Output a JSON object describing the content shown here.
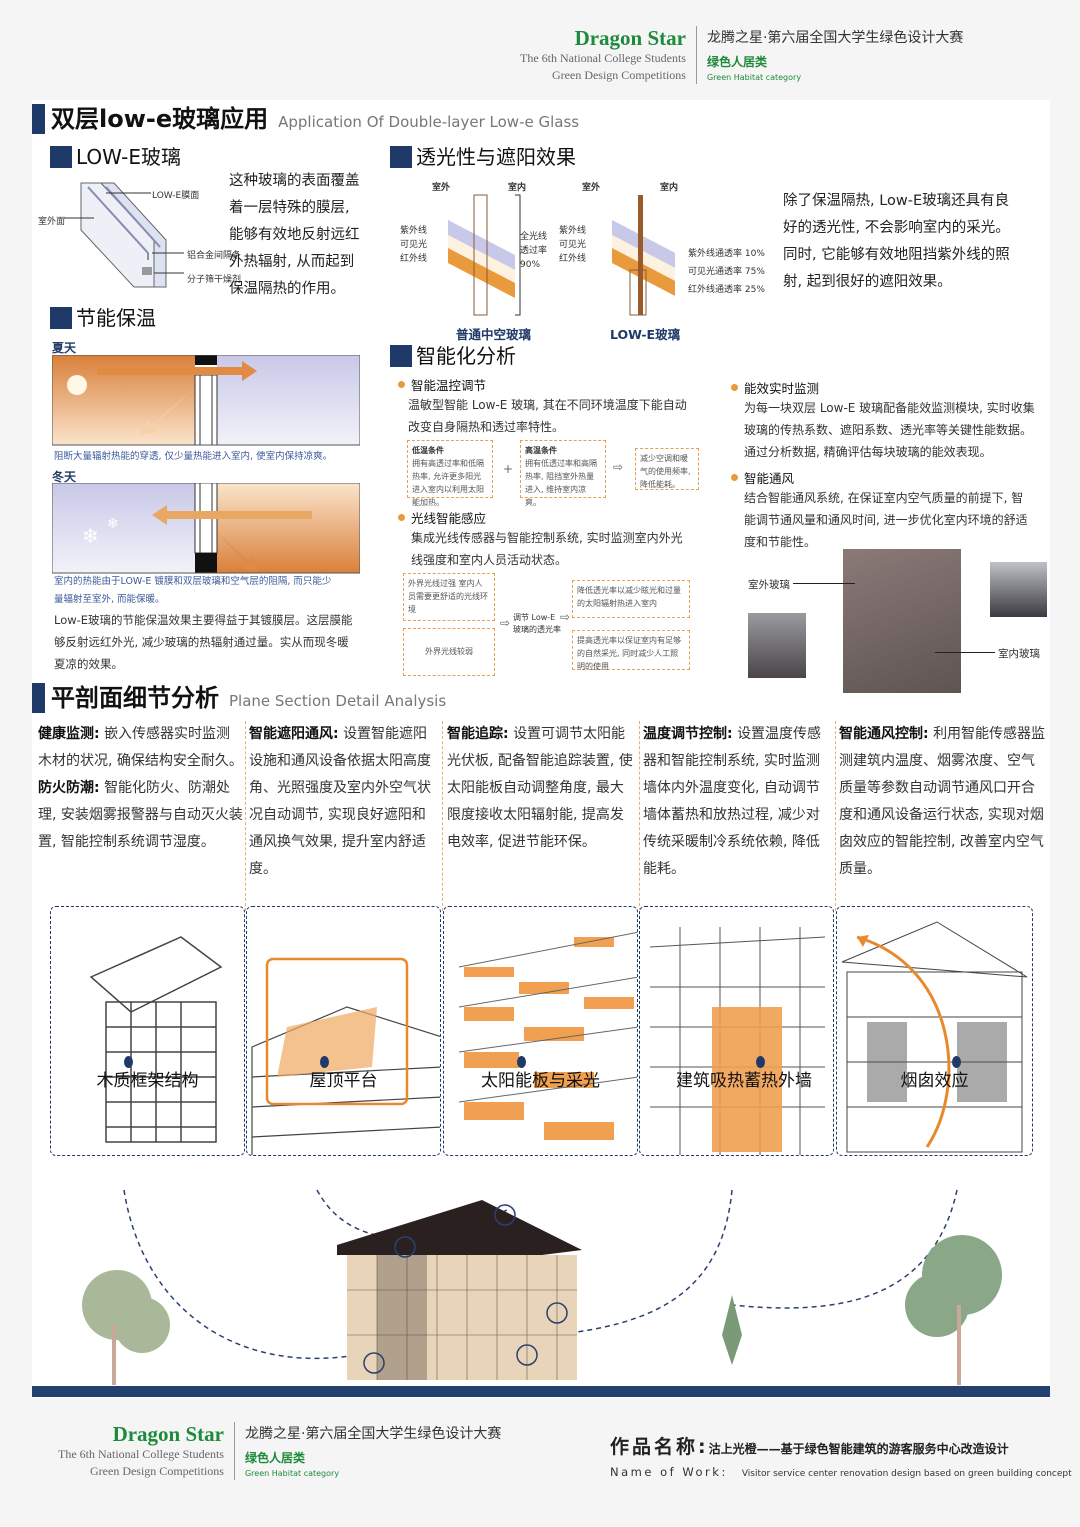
{
  "header": {
    "brand": "Dragon Star",
    "brand_en_line1": "The 6th National College Students",
    "brand_en_line2": "Green Design Competitions",
    "competition_cn": "龙腾之星·第六届全国大学生绿色设计大赛",
    "category_cn": "绿色人居类",
    "category_en": "Green Habitat category"
  },
  "section1": {
    "title_cn": "双层low-e玻璃应用",
    "title_en": "Application Of Double-layer Low-e Glass",
    "lowe": {
      "title": "LOW-E玻璃",
      "labels": {
        "film": "LOW-E膜面",
        "outside": "室外面",
        "spacer": "铝合金间隔条",
        "desiccant": "分子筛干燥剂"
      },
      "text": [
        "这种玻璃的表面覆盖",
        "着一层特殊的膜层,",
        "能够有效地反射远红",
        "外热辐射, 从而起到",
        "保温隔热的作用。"
      ]
    },
    "transmit": {
      "title": "透光性与遮阳效果",
      "outdoor": "室外",
      "indoor": "室内",
      "uv": "紫外线",
      "visible": "可见光",
      "ir": "红外线",
      "normal_rate": [
        "全光线",
        "透过率",
        "90%"
      ],
      "normal_label": "普通中空玻璃",
      "lowe_label": "LOW-E玻璃",
      "lowe_rates": [
        "紫外线通透率  10%",
        "可见光通透率  75%",
        "红外线通透率  25%"
      ],
      "text": [
        "除了保温隔热, Low-E玻璃还具有良",
        "好的透光性, 不会影响室内的采光。",
        "同时, 它能够有效地阻挡紫外线的照",
        "射, 起到很好的遮阳效果。"
      ]
    },
    "insulation": {
      "title": "节能保温",
      "summer": "夏天",
      "summer_note": "阻断大量辐射热能的穿透, 仅少量热能进入室内, 使室内保持凉爽。",
      "winter": "冬天",
      "winter_note": [
        "室内的热能由于LOW-E 镀膜和双层玻璃和空气层的阻隔, 而只能少",
        "量辐射至室外, 而能保暖。"
      ],
      "text": [
        "Low-E玻璃的节能保温效果主要得益于其镀膜层。这层膜能",
        "够反射远红外光, 减少玻璃的热辐射通过量。实从而现冬暖",
        "夏凉的效果。"
      ]
    },
    "smart": {
      "title": "智能化分析",
      "temp": {
        "heading": "智能温控调节",
        "text": [
          "温敏型智能 Low-E 玻璃, 其在不同环境温度下能自动",
          "改变自身隔热和透过率特性。"
        ],
        "low_title": "低温条件",
        "low_body": "拥有高透过率和低隔热率, 允许更多阳光进入室内以利用太阳能加热。",
        "high_title": "高温条件",
        "high_body": "拥有低透过率和高隔热率, 阻挡室外热量进入, 维持室内凉爽。",
        "result": "减少空调和暖气的使用频率, 降低能耗。",
        "plus": "+",
        "arrow": "⇨"
      },
      "light": {
        "heading": "光线智能感应",
        "text": [
          "集成光线传感器与智能控制系统, 实时监测室内外光",
          "线强度和室内人员活动状态。"
        ],
        "strong": "外界光线过强 室内人员需要更舒适的光线环境",
        "weak": "外界光线较弱",
        "middle": "调节 Low-E 玻璃的透光率",
        "out1": "降低透光率以减少眩光和过量的太阳辐射热进入室内",
        "out2": "提高透光率以保证室内有足够的自然采光, 同时减少人工照明的使用",
        "arrow": "⇨"
      },
      "monitor": {
        "heading": "能效实时监测",
        "text": [
          "为每一块双层 Low-E 玻璃配备能效监测模块, 实时收集",
          "玻璃的传热系数、遮阳系数、透光率等关键性能数据。",
          "通过分析数据, 精确评估每块玻璃的能效表现。"
        ]
      },
      "vent": {
        "heading": "智能通风",
        "text": [
          "结合智能通风系统, 在保证室内空气质量的前提下, 智",
          "能调节通风量和通风时间, 进一步优化室内环境的舒适",
          "度和节能性。"
        ]
      },
      "photo_labels": {
        "outer": "室外玻璃",
        "inner": "室内玻璃"
      }
    }
  },
  "section2": {
    "title_cn": "平剖面细节分析",
    "title_en": "Plane Section Detail Analysis",
    "columns": [
      {
        "blocks": [
          {
            "label": "健康监测",
            "text": "嵌入传感器实时监测木材的状况, 确保结构安全耐久。"
          },
          {
            "label": "防火防潮",
            "text": "智能化防火、防潮处理, 安装烟雾报警器与自动灭火装置, 智能控制系统调节湿度。"
          }
        ]
      },
      {
        "blocks": [
          {
            "label": "智能遮阳通风",
            "text": "设置智能遮阳设施和通风设备依据太阳高度角、光照强度及室内外空气状况自动调节, 实现良好遮阳和通风换气效果, 提升室内舒适度。"
          }
        ]
      },
      {
        "blocks": [
          {
            "label": "智能追踪",
            "text": "设置可调节太阳能光伏板, 配备智能追踪装置, 使太阳能板自动调整角度, 最大限度接收太阳辐射能, 提高发电效率, 促进节能环保。"
          }
        ]
      },
      {
        "blocks": [
          {
            "label": "温度调节控制",
            "text": "设置温度传感器和智能控制系统, 实时监测墙体内外温度变化, 自动调节墙体蓄热和放热过程, 减少对传统采暖制冷系统依赖, 降低能耗。"
          }
        ]
      },
      {
        "blocks": [
          {
            "label": "智能通风控制",
            "text": "利用智能传感器监测建筑内温度、烟雾浓度、空气质量等参数自动调节通风口开合度和通风设备运行状态, 实现对烟囱效应的智能控制, 改善室内空气质量。"
          }
        ]
      }
    ],
    "cards": [
      {
        "label": "木质框架结构"
      },
      {
        "label": "屋顶平台"
      },
      {
        "label": "太阳能板与采光"
      },
      {
        "label": "建筑吸热蓄热外墙"
      },
      {
        "label": "烟囱效应"
      }
    ]
  },
  "footer": {
    "work_label_cn": "作品名称:",
    "work_title_cn": "沽上光橙——基于绿色智能建筑的游客服务中心改造设计",
    "work_label_en": "Name of Work:",
    "work_title_en": "Visitor service center renovation design based on green building concept"
  },
  "colors": {
    "navy": "#1f3a68",
    "orange": "#e89a3c",
    "green": "#1e8a3c"
  }
}
